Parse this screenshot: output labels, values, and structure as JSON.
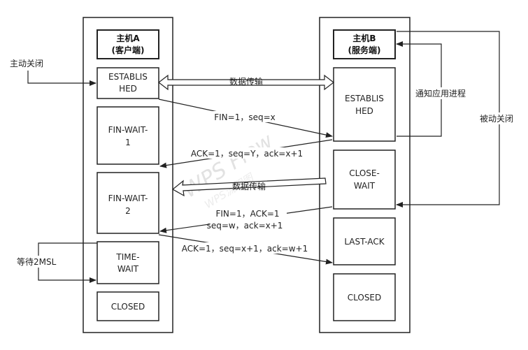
{
  "client": {
    "title_line1": "主机A",
    "title_line2": "(客户端)",
    "states": {
      "established_1": "ESTABLIS",
      "established_2": "HED",
      "fin_wait1_1": "FIN-WAIT-",
      "fin_wait1_2": "1",
      "fin_wait2_1": "FIN-WAIT-",
      "fin_wait2_2": "2",
      "time_wait_1": "TIME-",
      "time_wait_2": "WAIT",
      "closed": "CLOSED"
    }
  },
  "server": {
    "title_line1": "主机B",
    "title_line2": "(服务端)",
    "states": {
      "established_1": "ESTABLIS",
      "established_2": "HED",
      "close_wait_1": "CLOSE-",
      "close_wait_2": "WAIT",
      "last_ack": "LAST-ACK",
      "closed": "CLOSED"
    }
  },
  "messages": {
    "data_transfer_1": "数据传输",
    "fin_1": "FIN=1，seq=x",
    "ack_1": "ACK=1，seq=Y，ack=x+1",
    "data_transfer_2": "数据传输",
    "fin_2_line1": "FIN=1，ACK=1",
    "fin_2_line2": "seq=w，ack=x+1",
    "ack_2": "ACK=1，seq=x+1，ack=w+1"
  },
  "notes": {
    "active_close": "主动关闭",
    "notify_app": "通知应用进程",
    "passive_close": "被动关闭",
    "wait_2msl": "等待2MSL"
  },
  "watermark": {
    "main": "WPS Flow",
    "sub": "WPS流程图"
  }
}
